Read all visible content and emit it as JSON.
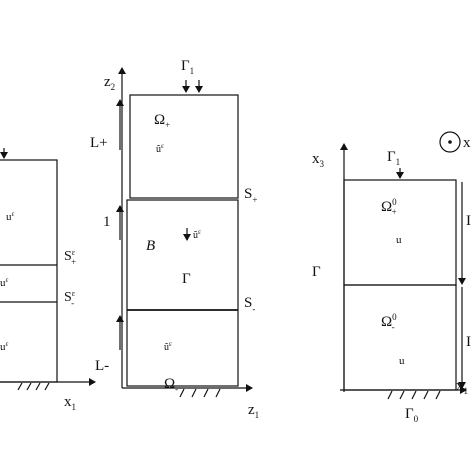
{
  "left_panel": {
    "x_axis": "x",
    "x_axis_sub": "1",
    "u_top": "u",
    "u_top_sup": "ε",
    "u_mid": "u",
    "u_mid_sup": "ε",
    "u_bot": "u",
    "u_bot_sup": "ε",
    "s_plus": "S",
    "s_plus_sup": "ε",
    "s_plus_sub": "+",
    "s_minus": "S",
    "s_minus_sup": "ε",
    "s_minus_sub": "-"
  },
  "middle_panel": {
    "z2_axis": "z",
    "z2_sub": "2",
    "z1_axis": "z",
    "z1_sub": "1",
    "gamma1": "Γ",
    "gamma1_sub": "1",
    "omega_plus": "Ω",
    "omega_plus_sub": "+",
    "u_top": "ũ",
    "u_top_sup": "ε",
    "L_plus": "L+",
    "one": "1",
    "L_minus": "L-",
    "S_plus": "S",
    "S_plus_sub": "+",
    "S_minus": "S",
    "S_minus_sub": "-",
    "B": "B",
    "u_mid": "ũ",
    "u_mid_sup": "ε",
    "Gamma": "Γ",
    "u_bot": "ũ",
    "u_bot_sup": "ε",
    "omega_minus": "Ω",
    "omega_minus_sub": "-"
  },
  "right_panel": {
    "x3_axis": "x",
    "x3_sub": "3",
    "gamma1": "Γ",
    "gamma1_sub": "1",
    "gamma": "Γ",
    "gamma0": "Γ",
    "gamma0_sub": "0",
    "omega_top": "Ω",
    "omega_top_sup": "0",
    "omega_top_sub": "+",
    "u_top": "u",
    "omega_bot": "Ω",
    "omega_bot_sup": "0",
    "omega_bot_sub": "-",
    "u_bot": "u",
    "x_right": "x",
    "x_right_sub": "1",
    "x_circle_label": "x",
    "edge_top": "I",
    "edge_bot": "I"
  }
}
